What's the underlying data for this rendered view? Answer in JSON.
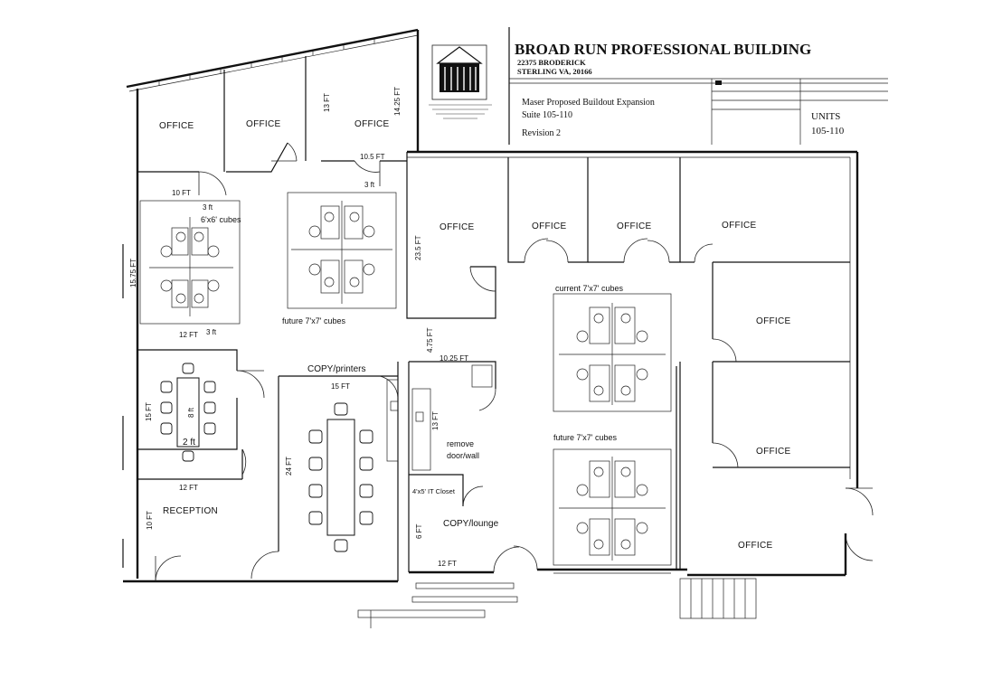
{
  "title_block": {
    "building_name": "BROAD RUN PROFESSIONAL BUILDING",
    "address_line1": "22375 BRODERICK",
    "address_line2": "STERLING VA, 20166",
    "project_line1": "Maser Proposed Buildout Expansion",
    "project_line2": "Suite 105-110",
    "project_line3": "Revision 2",
    "units_label": "UNITS",
    "units_value": "105-110",
    "logo_name": "building-logo-emblem"
  },
  "rooms": {
    "office_nw1": "OFFICE",
    "office_nw2": "OFFICE",
    "office_nw3": "OFFICE",
    "office_center": "OFFICE",
    "office_n1": "OFFICE",
    "office_n2": "OFFICE",
    "office_ne": "OFFICE",
    "office_e1": "OFFICE",
    "office_e2": "OFFICE",
    "office_se": "OFFICE",
    "reception": "RECEPTION",
    "copy_printers": "COPY/printers",
    "copy_lounge": "COPY/lounge"
  },
  "notes": {
    "cubes_6x6": "6'x6' cubes",
    "future_cubes_1": "future 7'x7' cubes",
    "current_cubes": "current 7'x7' cubes",
    "future_cubes_2": "future 7'x7' cubes",
    "remove_line1": "remove",
    "remove_line2": "door/wall",
    "it_closet": "4'x5' IT Closet"
  },
  "dimensions": {
    "d_13ft": "13 FT",
    "d_1425ft": "14.25 FT",
    "d_105ft": "10.5 FT",
    "d_10ft_top": "10 FT",
    "d_3ft_a": "3 ft",
    "d_3ft_b": "3 ft",
    "d_3ft_c": "3 ft",
    "d_1575ft": "15.75 FT",
    "d_12ft_a": "12 FT",
    "d_235ft": "23.5 FT",
    "d_475ft": "4.75 FT",
    "d_1025ft": "10.25 FT",
    "d_15ft_a": "15 FT",
    "d_15ft_b": "15 FT",
    "d_8ft": "8 ft",
    "d_2ft": "2 ft",
    "d_12ft_b": "12 FT",
    "d_24ft": "24 FT",
    "d_13ft_b": "13 FT",
    "d_10ft_left": "10 FT",
    "d_6ft": "6 FT",
    "d_12ft_c": "12 FT"
  }
}
